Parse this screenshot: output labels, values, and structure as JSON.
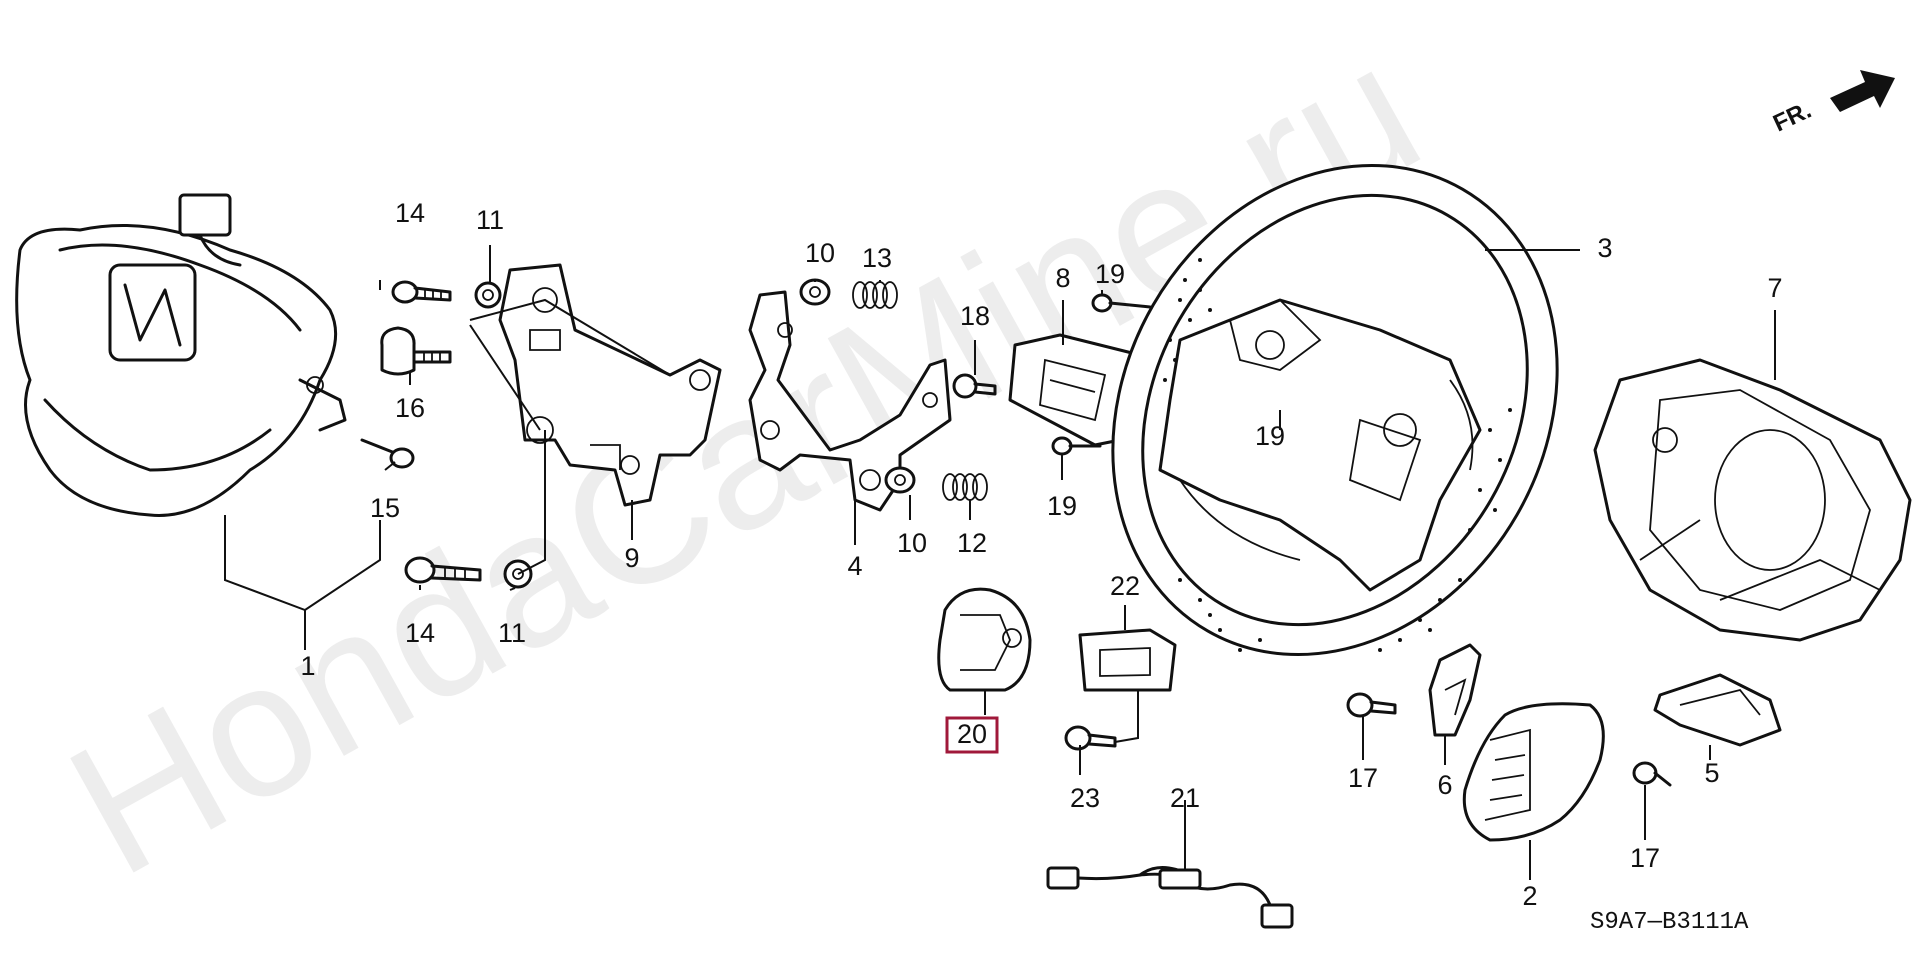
{
  "watermark": "HondaCarMine.ru",
  "diagram_code": "S9A7—B3111A",
  "direction_label": "FR.",
  "highlight_color": "#a0183a",
  "callouts": [
    {
      "label": "1"
    },
    {
      "label": "2"
    },
    {
      "label": "3"
    },
    {
      "label": "4"
    },
    {
      "label": "5"
    },
    {
      "label": "6"
    },
    {
      "label": "7"
    },
    {
      "label": "8"
    },
    {
      "label": "9"
    },
    {
      "label": "10"
    },
    {
      "label": "10"
    },
    {
      "label": "11"
    },
    {
      "label": "11"
    },
    {
      "label": "12"
    },
    {
      "label": "13"
    },
    {
      "label": "14"
    },
    {
      "label": "14"
    },
    {
      "label": "15"
    },
    {
      "label": "16"
    },
    {
      "label": "17"
    },
    {
      "label": "17"
    },
    {
      "label": "18"
    },
    {
      "label": "19"
    },
    {
      "label": "19"
    },
    {
      "label": "19"
    },
    {
      "label": "20",
      "highlighted": true
    },
    {
      "label": "21"
    },
    {
      "label": "22"
    },
    {
      "label": "23"
    }
  ]
}
